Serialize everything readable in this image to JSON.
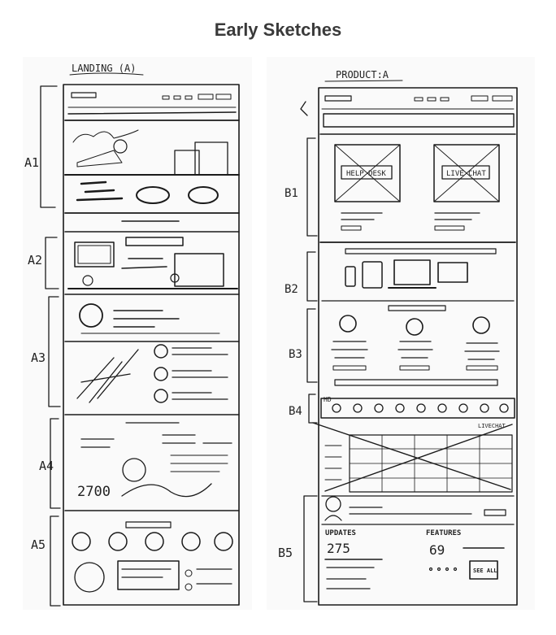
{
  "page": {
    "title": "Early Sketches"
  },
  "left_sheet": {
    "heading": "LANDING (A)",
    "section_labels": [
      "A1",
      "A2",
      "A3",
      "A4",
      "A5"
    ],
    "stat_number": "2700"
  },
  "right_sheet": {
    "heading": "PRODUCT:A",
    "box_labels": [
      "HELP DESK",
      "LIVE CHAT"
    ],
    "section_labels": [
      "B1",
      "B2",
      "B3",
      "B4",
      "B5"
    ],
    "b4_marker": "HD",
    "live_chat_tag": "LIVECHAT",
    "updates_label": "UPDATES",
    "updates_value": "275",
    "features_label": "FEATURES",
    "features_value": "69",
    "see_all_label": "SEE ALL"
  }
}
